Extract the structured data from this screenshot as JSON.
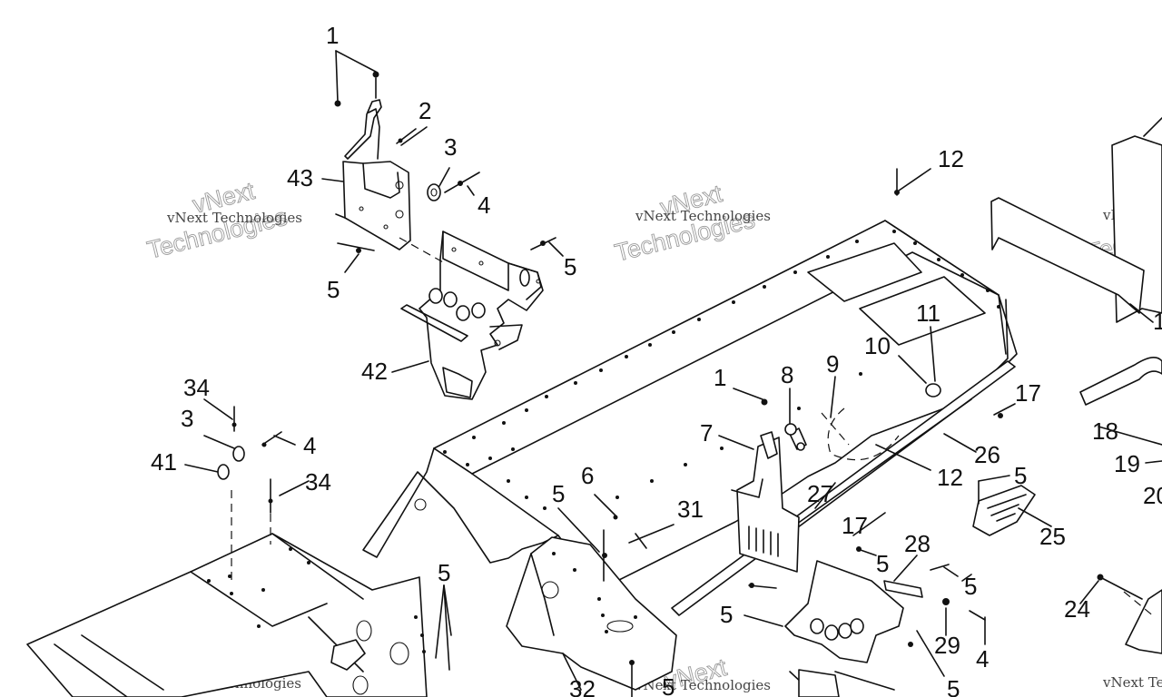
{
  "watermark": {
    "brand": "vNext",
    "line": "vNext Technologies",
    "big": "Technologies"
  },
  "callouts": [
    "1",
    "2",
    "3",
    "4",
    "43",
    "5",
    "5",
    "42",
    "34",
    "3",
    "4",
    "41",
    "34",
    "5",
    "12",
    "11",
    "10",
    "17",
    "9",
    "8",
    "1",
    "7",
    "26",
    "12",
    "5",
    "6",
    "5",
    "31",
    "27",
    "17",
    "5",
    "28",
    "5",
    "25",
    "5",
    "29",
    "4",
    "32",
    "5",
    "5",
    "18",
    "19",
    "20",
    "24",
    "1"
  ],
  "parts": [
    "bracket-43",
    "bracket-2",
    "clip-3",
    "fastener-4",
    "bracket-42",
    "tunnel-main",
    "side-panel-32",
    "rear-bracket-25",
    "support-28",
    "lower-left-frame",
    "right-upper-bracket",
    "handle-18",
    "bracket-24"
  ]
}
